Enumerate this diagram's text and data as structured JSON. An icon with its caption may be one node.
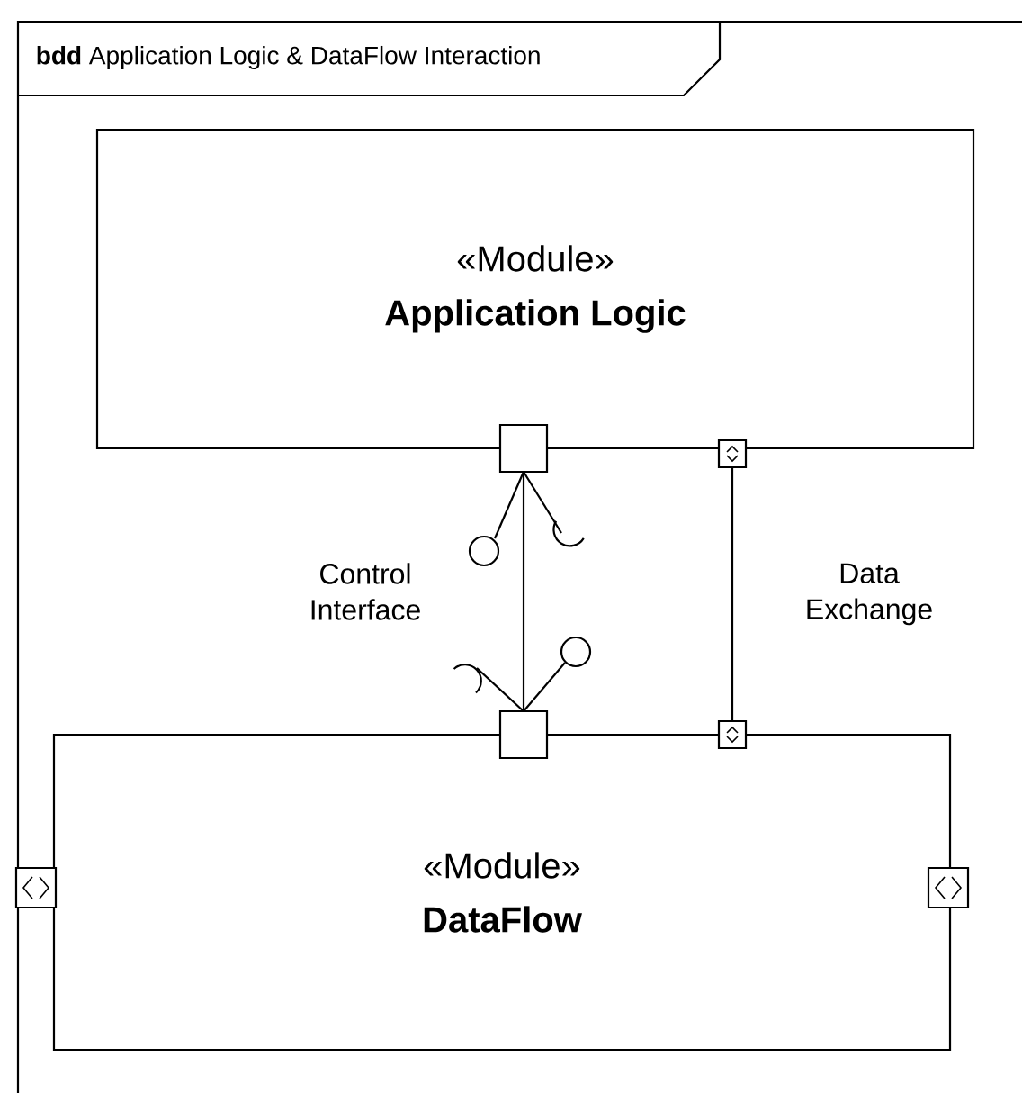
{
  "diagram": {
    "title": "**bdd** Application Logic & DataFlow Interaction",
    "nodes": [
      {
        "text": [
          "«Module»",
          "Application Logic"
        ]
      },
      {
        "text": [
          "«Module»",
          "DataFlow"
        ]
      },
      {
        "text": [],
        "shape": "box"
      },
      {
        "text": [],
        "shape": "box"
      },
      {
        "text": [],
        "shape": "box"
      },
      {
        "text": [],
        "shape": "box"
      },
      {
        "text": [],
        "shape": "box"
      },
      {
        "text": [],
        "shape": "box"
      }
    ],
    "edges": [
      {
        "from": 2,
        "to": 3,
        "arrow": "none",
        "label": "Control Interface"
      },
      {
        "from": 4,
        "to": 5,
        "arrow": "none",
        "label": "Data Exchange"
      }
    ]
  }
}
